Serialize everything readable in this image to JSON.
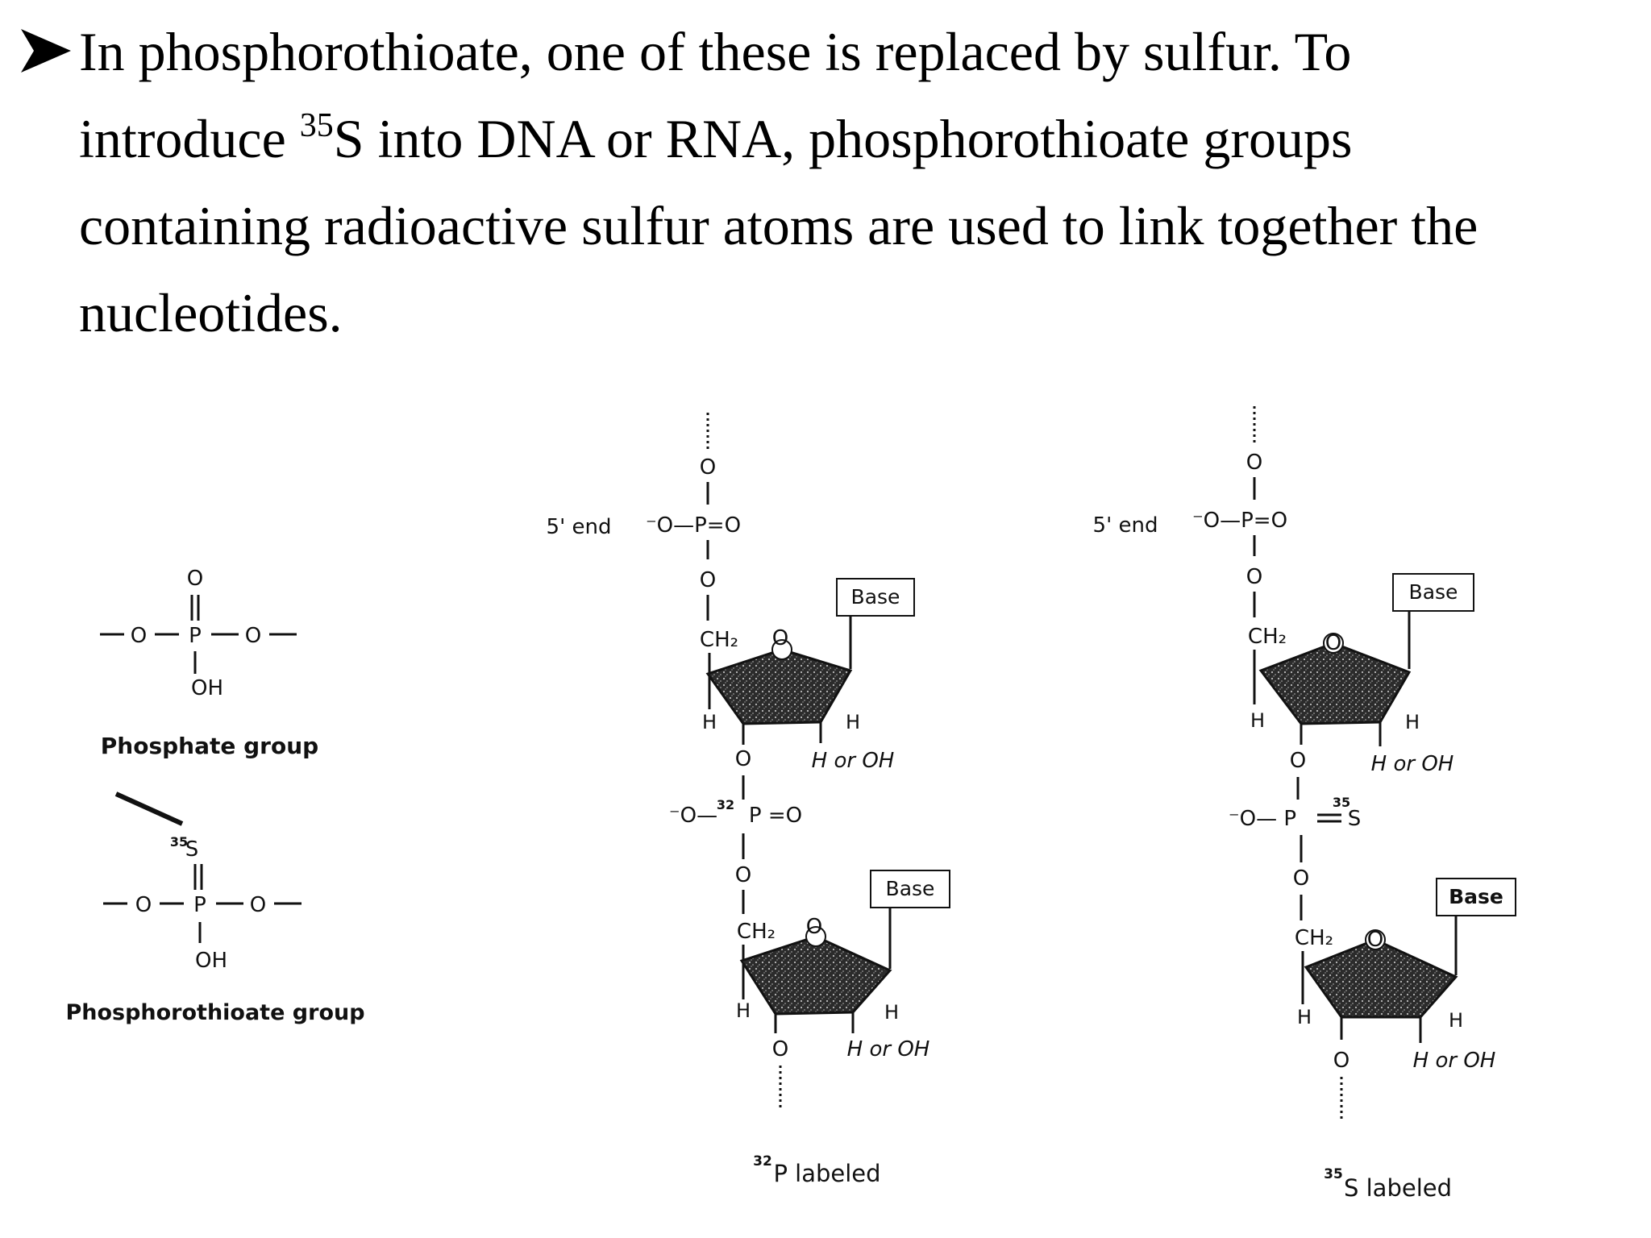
{
  "slide": {
    "bullet_icon": "arrow-bullet-icon",
    "line1": "In phosphorothioate, one of these is replaced by sulfur. To",
    "line2_pre": "introduce ",
    "line2_sup": "35",
    "line2_post": "S into DNA  or RNA, phosphorothioate groups",
    "line3": "containing radioactive sulfur atoms are used to link together the",
    "line4": "nucleotides."
  },
  "figure": {
    "left_panel": {
      "phosphate_caption": "Phosphate group",
      "phosphorothioate_caption": "Phosphorothioate group",
      "atom_O": "O",
      "atom_P": "P",
      "atom_OH": "OH",
      "atom_S": "S",
      "isotope_35": "35"
    },
    "p32_strand": {
      "end_label": "5' end",
      "top_phosphate": "⁻O—P=O",
      "atom_O": "O",
      "ch2": "CH₂",
      "ring_O": "O",
      "base_label": "Base",
      "h_left": "H",
      "h_right": "H",
      "h_or_oh": "H or OH",
      "isotope": "32",
      "mid_phosphate_left": "⁻O—",
      "mid_phosphate_right": "P =O",
      "caption_sup": "32",
      "caption": "P labeled"
    },
    "s35_strand": {
      "end_label": "5' end",
      "top_phosphate": "⁻O—P=O",
      "atom_O": "O",
      "ch2": "CH₂",
      "ring_O": "O",
      "base_label": "Base",
      "h_left": "H",
      "h_right": "H",
      "h_or_oh": "H or OH",
      "isotope": "35",
      "mid_phosphate_left": "⁻O— P",
      "mid_phosphate_right": "S",
      "caption_sup": "35",
      "caption": "S labeled"
    }
  }
}
